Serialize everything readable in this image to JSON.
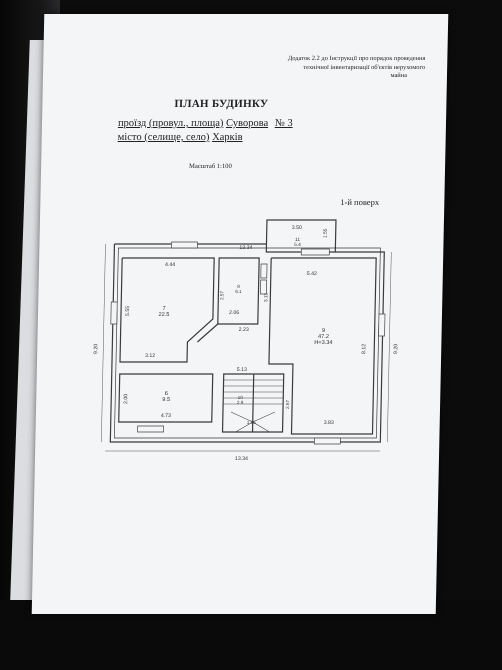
{
  "header_note": {
    "line1": "Додаток 2.2 до Інструкції про порядок проведення",
    "line2": "технічної інвентаризації об'єктів нерухомого",
    "line3": "майна"
  },
  "title": "ПЛАН БУДИНКУ",
  "address": {
    "street_prefix": "проїзд (провул., площа)",
    "street": "Суворова",
    "number": "№ 3",
    "city_prefix": "місто (селище, село)",
    "city": "Харків"
  },
  "scale": "Масштаб 1:100",
  "floor": "1-й поверх",
  "plan": {
    "dimensions": {
      "porch_width": "3.50",
      "porch_depth": "1.55",
      "top_total": "13.34",
      "bottom_total": "13.34",
      "room7_top": "4.44",
      "room7_side": "5.55",
      "left_total": "9.20",
      "right_total": "9.20",
      "room7_bottom": "3.12",
      "room8_height": "2.57",
      "room8_bottom": "2.06",
      "room8_side": "3.13",
      "hall_width": "2.23",
      "room9_top": "5.42",
      "room9_side": "8.12",
      "room9_bottom": "3.83",
      "stair_top": "5.13",
      "stair_side": "2.57",
      "stair_bottom": "1.55",
      "room6_side": "2.00",
      "room6_bottom": "4.73"
    },
    "rooms": [
      {
        "num": "7",
        "area": "22.5"
      },
      {
        "num": "8",
        "area": "6.1"
      },
      {
        "num": "9",
        "area": "47.2",
        "height": "H=3.34"
      },
      {
        "num": "6",
        "area": "9.5"
      },
      {
        "num": "11",
        "area": "5.4"
      },
      {
        "num": "10",
        "area": "2.9"
      }
    ]
  }
}
